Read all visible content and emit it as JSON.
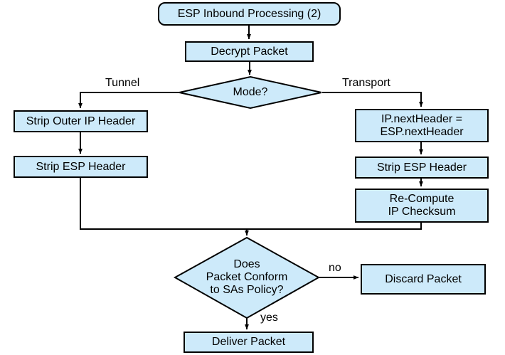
{
  "diagram": {
    "title": "ESP Inbound Processing (2)",
    "colors": {
      "node_fill": "#cdeafa",
      "node_stroke": "#000000",
      "edge_stroke": "#000000",
      "text": "#000000",
      "background": "#ffffff"
    },
    "nodes": {
      "title_box": {
        "label": "ESP Inbound Processing (2)",
        "shape": "rounded-rect"
      },
      "decrypt": {
        "label": "Decrypt Packet",
        "shape": "rect"
      },
      "mode": {
        "label": "Mode?",
        "shape": "diamond"
      },
      "strip_outer_ip": {
        "label": "Strip Outer IP Header",
        "shape": "rect"
      },
      "strip_esp_left": {
        "label": "Strip ESP Header",
        "shape": "rect"
      },
      "next_header": {
        "label": "IP.nextHeader =\nESP.nextHeader",
        "shape": "rect"
      },
      "strip_esp_right": {
        "label": "Strip ESP Header",
        "shape": "rect"
      },
      "recompute": {
        "label": "Re-Compute\nIP Checksum",
        "shape": "rect"
      },
      "conform": {
        "label": "Does\nPacket Conform\nto SAs Policy?",
        "shape": "diamond"
      },
      "discard": {
        "label": "Discard Packet",
        "shape": "rect"
      },
      "deliver": {
        "label": "Deliver Packet",
        "shape": "rect"
      }
    },
    "edge_labels": {
      "tunnel": "Tunnel",
      "transport": "Transport",
      "no": "no",
      "yes": "yes"
    }
  }
}
